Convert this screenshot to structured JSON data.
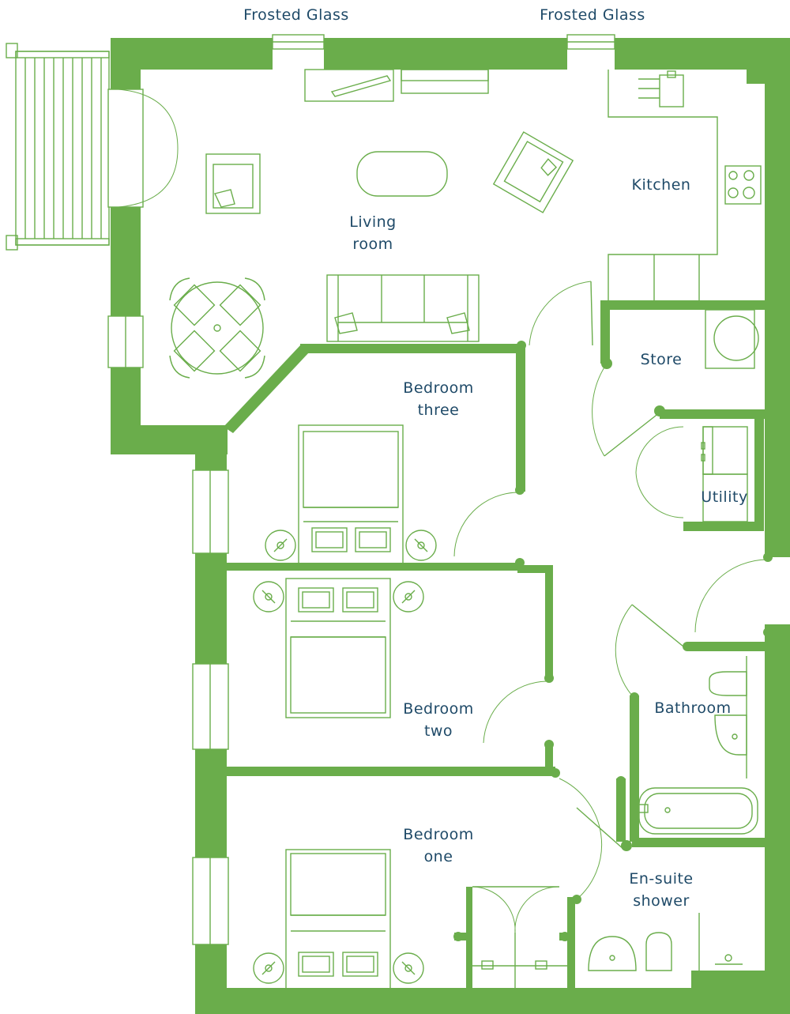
{
  "plan": {
    "top_labels": [
      "Frosted Glass",
      "Frosted Glass"
    ],
    "rooms": {
      "living": [
        "Living",
        "room"
      ],
      "kitchen": [
        "Kitchen"
      ],
      "store": [
        "Store"
      ],
      "utility": [
        "Utility"
      ],
      "bedroom_three": [
        "Bedroom",
        "three"
      ],
      "bedroom_two": [
        "Bedroom",
        "two"
      ],
      "bathroom": [
        "Bathroom"
      ],
      "bedroom_one": [
        "Bedroom",
        "one"
      ],
      "ensuite": [
        "En-suite",
        "shower"
      ]
    }
  },
  "colors": {
    "wall": "#6aad4b",
    "label_text": "#1f4a68",
    "background": "#ffffff"
  }
}
